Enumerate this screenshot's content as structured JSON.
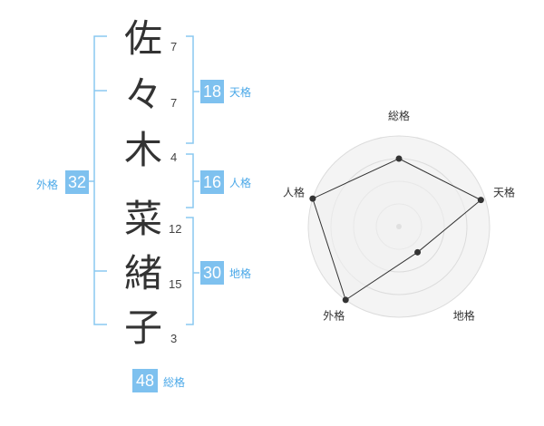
{
  "name_chars": [
    {
      "char": "佐",
      "strokes": "7"
    },
    {
      "char": "々",
      "strokes": "7"
    },
    {
      "char": "木",
      "strokes": "4"
    },
    {
      "char": "菜",
      "strokes": "12"
    },
    {
      "char": "緒",
      "strokes": "15"
    },
    {
      "char": "子",
      "strokes": "3"
    }
  ],
  "kakusu": {
    "tenkaku": {
      "value": "18",
      "label": "天格"
    },
    "jinkaku": {
      "value": "16",
      "label": "人格"
    },
    "chikaku": {
      "value": "30",
      "label": "地格"
    },
    "gaikaku": {
      "value": "32",
      "label": "外格"
    },
    "soukaku": {
      "value": "48",
      "label": "総格"
    }
  },
  "colors": {
    "accent": "#7ec1ef",
    "bracket": "#8ac8f0",
    "text": "#333333"
  },
  "chart_data": {
    "type": "radar",
    "axes": [
      "総格",
      "天格",
      "地格",
      "外格",
      "人格"
    ],
    "values": [
      0.75,
      0.95,
      0.35,
      1.0,
      1.0
    ],
    "rings": 4,
    "grid": true
  }
}
